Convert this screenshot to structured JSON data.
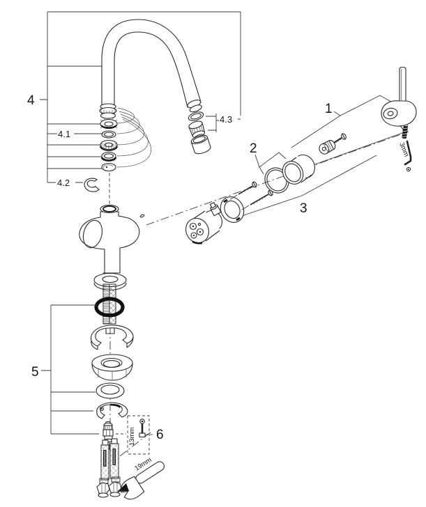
{
  "diagram": {
    "callouts": {
      "n1": "1",
      "n2": "2",
      "n3": "3",
      "n4": "4",
      "n4_1": "4.1",
      "n4_2": "4.2",
      "n4_3": "4.3",
      "n5": "5",
      "n6": "6"
    },
    "tools": {
      "hex_key_size": "3mm",
      "socket_size": "13mm",
      "wrench_size": "19mm"
    },
    "colors": {
      "line": "#2a2a2a",
      "background": "#ffffff",
      "fill_dark": "#161616"
    }
  }
}
